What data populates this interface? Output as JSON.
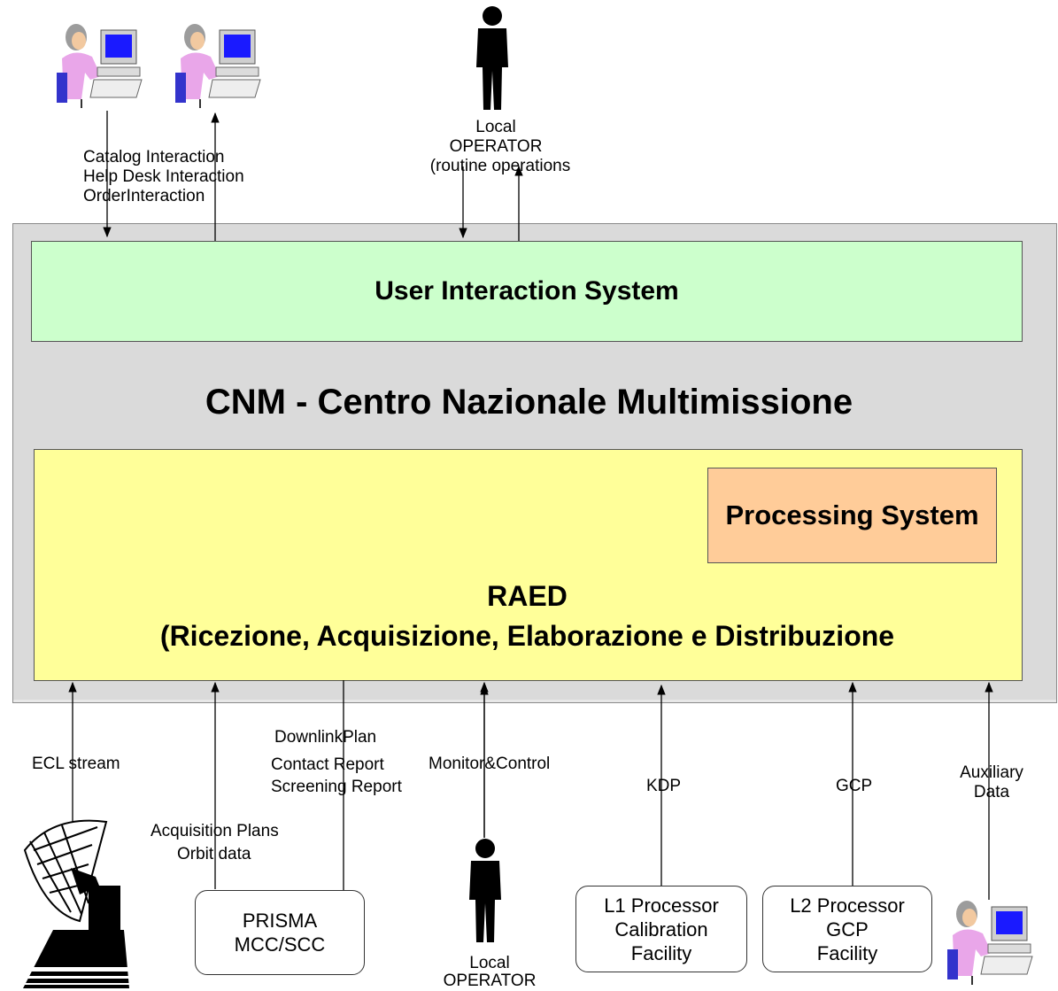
{
  "diagram": {
    "title": "CNM - Centro Nazionale Multimissione",
    "user_interaction_system": "User Interaction System",
    "processing_system": "Processing System",
    "raed_title": "RAED",
    "raed_subtitle": "(Ricezione, Acquisizione, Elaborazione e Distribuzione",
    "top_flows": {
      "catalog": "Catalog Interaction",
      "helpdesk": "Help Desk Interaction",
      "order": "OrderInteraction"
    },
    "top_operator": {
      "line1": "Local",
      "line2": "OPERATOR",
      "line3": "(routine operations"
    },
    "bottom_flows": {
      "ecl": "ECL stream",
      "acq_plans": "Acquisition Plans",
      "orbit": "Orbit data",
      "downlink": "DownlinkPlan",
      "contact": "Contact Report",
      "screening": "Screening Report",
      "monitor": "Monitor&Control",
      "kdp": "KDP",
      "gcp": "GCP",
      "aux1": "Auxiliary",
      "aux2": "Data"
    },
    "bottom_operator": {
      "line1": "Local",
      "line2": "OPERATOR"
    },
    "boxes": {
      "prisma1": "PRISMA",
      "prisma2": "MCC/SCC",
      "l1_1": "L1 Processor",
      "l1_2": "Calibration",
      "l1_3": "Facility",
      "l2_1": "L2 Processor",
      "l2_2": "GCP",
      "l2_3": "Facility"
    }
  }
}
